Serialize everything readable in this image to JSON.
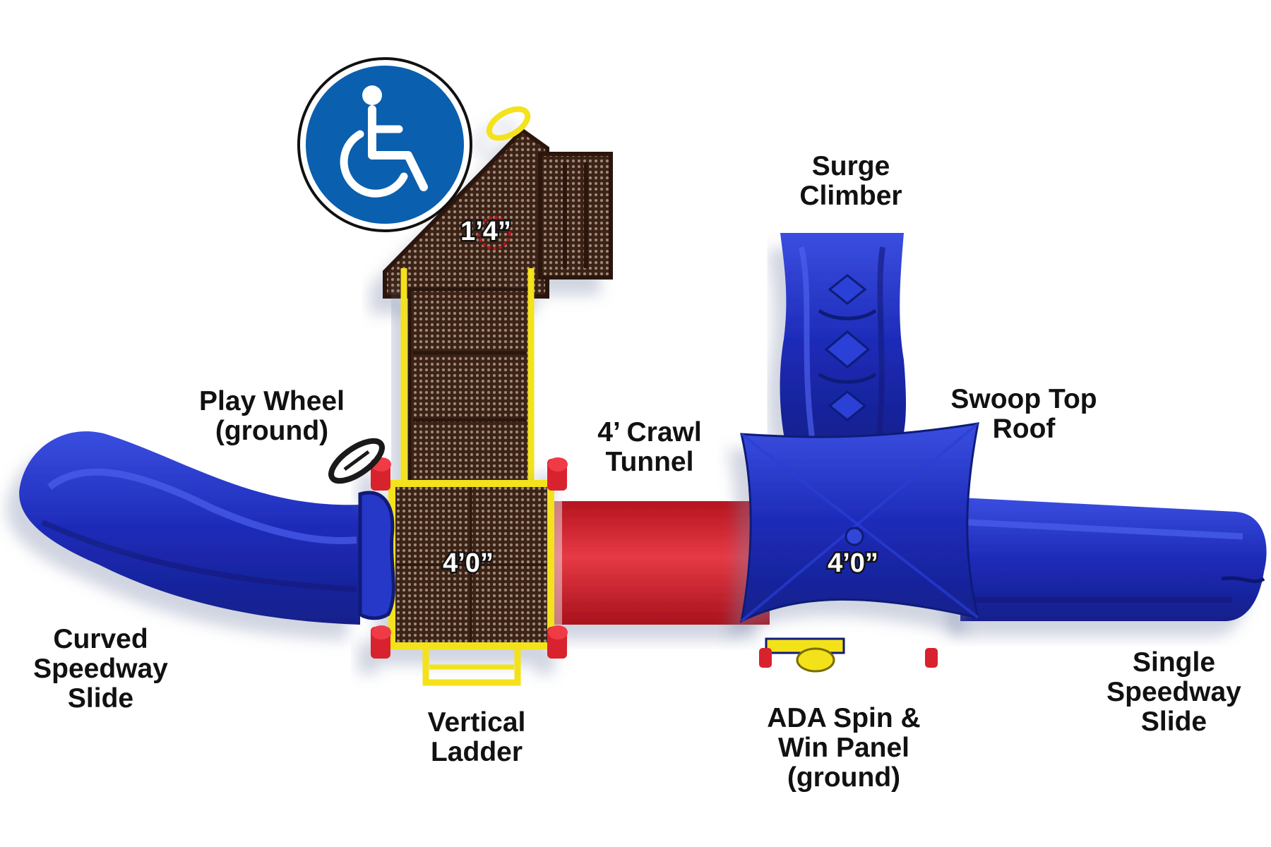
{
  "labels": {
    "surge_climber": [
      "Surge",
      "Climber"
    ],
    "play_wheel": [
      "Play Wheel",
      "(ground)"
    ],
    "crawl_tunnel": [
      "4’ Crawl",
      "Tunnel"
    ],
    "swoop_top_roof": [
      "Swoop Top",
      "Roof"
    ],
    "curved_slide": [
      "Curved",
      "Speedway",
      "Slide"
    ],
    "vertical_ladder": [
      "Vertical",
      "Ladder"
    ],
    "ada_panel": [
      "ADA Spin &",
      "Win Panel",
      "(ground)"
    ],
    "single_slide": [
      "Single",
      "Speedway",
      "Slide"
    ]
  },
  "dimensions": {
    "upper_deck": "1’4”",
    "left_deck": "4’0”",
    "right_deck": "4’0”"
  },
  "icons": {
    "accessibility": "wheelchair-icon"
  },
  "colors": {
    "slide_blue": "#1f2fc4",
    "tunnel_red": "#d8222e",
    "deck_brown": "#3e2412",
    "rail_yellow": "#f3e21a",
    "ada_badge_blue": "#0a5fae"
  }
}
